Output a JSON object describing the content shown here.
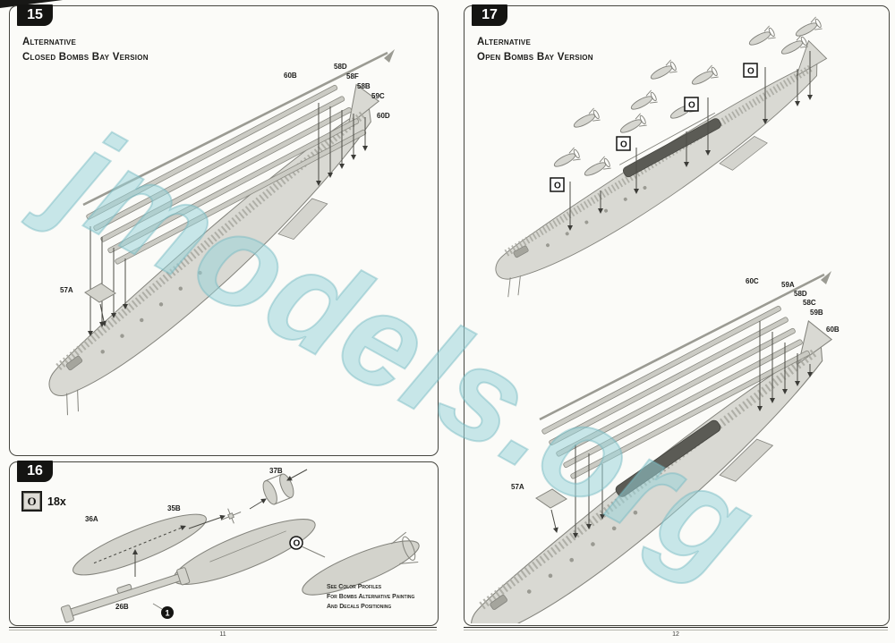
{
  "watermark": {
    "text": "jmodels.org",
    "color": "#98d3d8"
  },
  "pages": {
    "left": {
      "number": "11"
    },
    "right": {
      "number": "12"
    }
  },
  "steps": {
    "step15": {
      "number": "15",
      "header_line1": "Alternative",
      "header_line2": "Closed Bombs Bay Version",
      "part_labels": [
        "60B",
        "58D",
        "58F",
        "58B",
        "59C",
        "60D"
      ],
      "hatch_label": "57A"
    },
    "step16": {
      "number": "16",
      "paint_symbol": "O",
      "quantity_label": "18x",
      "parts": {
        "bomb_half_left": "36A",
        "bomb_half_right": "35B",
        "tail_ring": "37B",
        "bomb_rack": "26B"
      },
      "paint_callout": "O",
      "sequence_marker": "1",
      "note_lines": [
        "See Color Profiles",
        "For Bombs Alternative Painting",
        "And Decals Positioning"
      ]
    },
    "step17": {
      "number": "17",
      "header_line1": "Alternative",
      "header_line2": "Open Bombs Bay Version",
      "paint_symbol": "O",
      "part_labels": [
        "60C",
        "59A",
        "58D",
        "58C",
        "59B",
        "60B"
      ],
      "hatch_label": "57A"
    }
  }
}
